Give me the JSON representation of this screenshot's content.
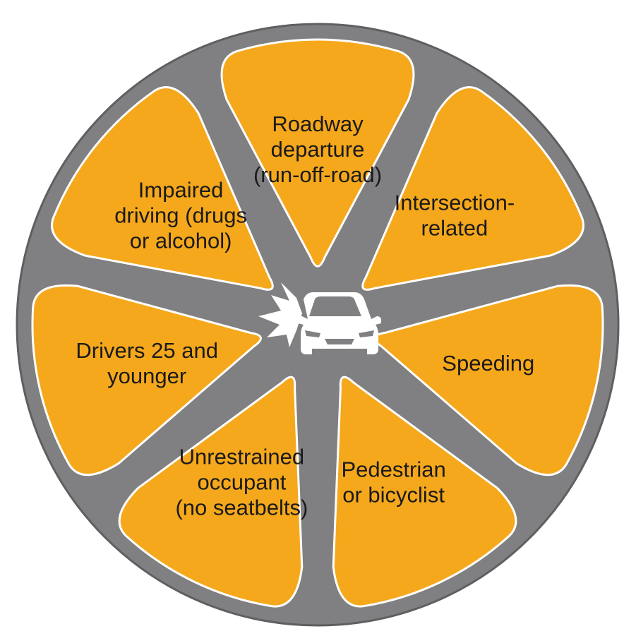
{
  "colors": {
    "rim": "#808083",
    "rim_edge": "#5f5f62",
    "segment_fill": "#f5a81c",
    "segment_outline": "#ffffff",
    "text": "#1a1a1a",
    "center_icon": "#ffffff"
  },
  "center": {
    "icon": "car-crash-icon"
  },
  "segments": [
    {
      "id": "roadway-departure",
      "lines": [
        "Roadway",
        "departure",
        "(run-off-road)"
      ]
    },
    {
      "id": "intersection-related",
      "lines": [
        "Intersection-",
        "related"
      ]
    },
    {
      "id": "speeding",
      "lines": [
        "Speeding"
      ]
    },
    {
      "id": "pedestrian-bicyclist",
      "lines": [
        "Pedestrian",
        "or bicyclist"
      ]
    },
    {
      "id": "unrestrained-occupant",
      "lines": [
        "Unrestrained",
        "occupant",
        "(no seatbelts)"
      ]
    },
    {
      "id": "drivers-25-younger",
      "lines": [
        "Drivers 25 and",
        "younger"
      ]
    },
    {
      "id": "impaired-driving",
      "lines": [
        "Impaired",
        "driving (drugs",
        "or alcohol)"
      ]
    }
  ]
}
